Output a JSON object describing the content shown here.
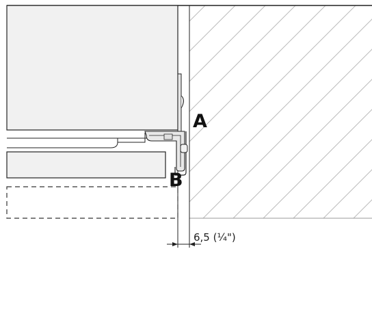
{
  "labels": {
    "a": "A",
    "b": "B"
  },
  "dimension": {
    "text": "6,5 (¼\")"
  },
  "colors": {
    "panel": "#f1f1f1",
    "stroke": "#222222",
    "hatch": "#bbbbbb",
    "frame": "#9a9a9a"
  }
}
